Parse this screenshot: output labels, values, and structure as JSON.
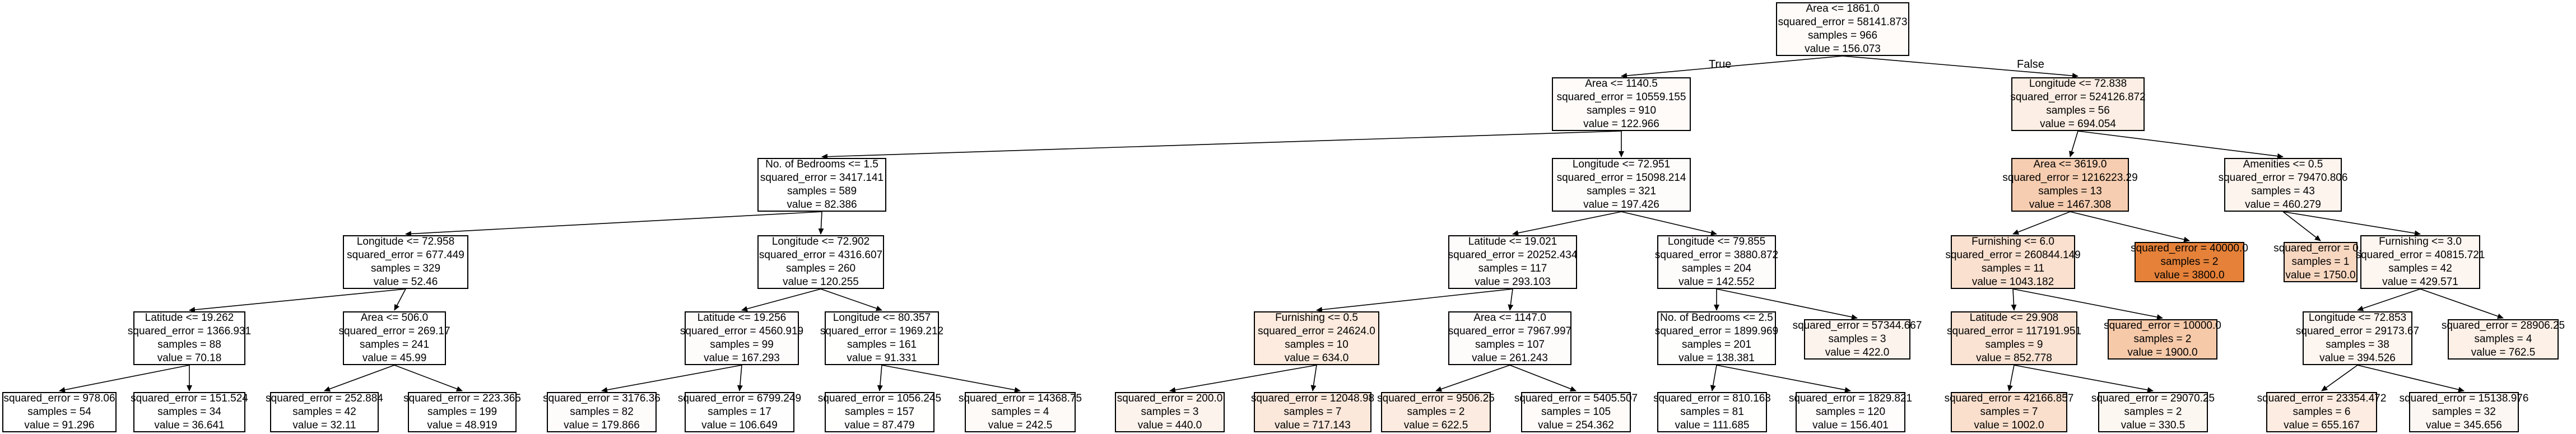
{
  "branch_labels": {
    "true": "True",
    "false": "False"
  },
  "nodes": [
    {
      "id": "n0",
      "fill": "#fefbf9",
      "lines": [
        "Area <= 1861.0",
        "squared_error = 58141.873",
        "samples = 966",
        "value = 156.073"
      ]
    },
    {
      "id": "n1",
      "fill": "#fefbf9",
      "lines": [
        "Area <= 1140.5",
        "squared_error = 10559.155",
        "samples = 910",
        "value = 122.966"
      ]
    },
    {
      "id": "n2",
      "fill": "#fceee4",
      "lines": [
        "Longitude <= 72.838",
        "squared_error = 524126.872",
        "samples = 56",
        "value = 694.054"
      ]
    },
    {
      "id": "n3",
      "fill": "#ffffff",
      "lines": [
        "No. of Bedrooms <= 1.5",
        "squared_error = 3417.141",
        "samples = 589",
        "value = 82.386"
      ]
    },
    {
      "id": "n4",
      "fill": "#fefcfa",
      "lines": [
        "Longitude <= 72.951",
        "squared_error = 15098.214",
        "samples = 321",
        "value = 197.426"
      ]
    },
    {
      "id": "n5",
      "fill": "#f6cdb0",
      "lines": [
        "Area <= 3619.0",
        "squared_error = 1216223.29",
        "samples = 13",
        "value = 1467.308"
      ]
    },
    {
      "id": "n6",
      "fill": "#fdf4ee",
      "lines": [
        "Amenities <= 0.5",
        "squared_error = 79470.806",
        "samples = 43",
        "value = 460.279"
      ]
    },
    {
      "id": "n7",
      "fill": "#ffffff",
      "lines": [
        "Longitude <= 72.958",
        "squared_error = 677.449",
        "samples = 329",
        "value = 52.46"
      ]
    },
    {
      "id": "n8",
      "fill": "#fffefe",
      "lines": [
        "Longitude <= 72.902",
        "squared_error = 4316.607",
        "samples = 260",
        "value = 120.255"
      ]
    },
    {
      "id": "n9",
      "fill": "#fefcfa",
      "lines": [
        "Latitude <= 19.021",
        "squared_error = 20252.434",
        "samples = 117",
        "value = 293.103"
      ]
    },
    {
      "id": "n10",
      "fill": "#fefcfb",
      "lines": [
        "Longitude <= 79.855",
        "squared_error = 3880.872",
        "samples = 204",
        "value = 142.552"
      ]
    },
    {
      "id": "n11",
      "fill": "#fae0cf",
      "lines": [
        "Furnishing <= 6.0",
        "squared_error = 260844.149",
        "samples = 11",
        "value = 1043.182"
      ]
    },
    {
      "id": "n12",
      "fill": "#e58139",
      "lines": [
        "squared_error = 40000.0",
        "samples = 2",
        "value = 3800.0"
      ]
    },
    {
      "id": "n13",
      "fill": "#f8d7c0",
      "lines": [
        "squared_error = 0.0",
        "samples = 1",
        "value = 1750.0"
      ]
    },
    {
      "id": "n14",
      "fill": "#fdf5f0",
      "lines": [
        "Furnishing <= 3.0",
        "squared_error = 40815.721",
        "samples = 42",
        "value = 429.571"
      ]
    },
    {
      "id": "n15",
      "fill": "#ffffff",
      "lines": [
        "Latitude <= 19.262",
        "squared_error = 1366.931",
        "samples = 88",
        "value = 70.18"
      ]
    },
    {
      "id": "n16",
      "fill": "#ffffff",
      "lines": [
        "Area <= 506.0",
        "squared_error = 269.17",
        "samples = 241",
        "value = 45.99"
      ]
    },
    {
      "id": "n17",
      "fill": "#fefcfb",
      "lines": [
        "Latitude <= 19.256",
        "squared_error = 4560.919",
        "samples = 99",
        "value = 167.293"
      ]
    },
    {
      "id": "n18",
      "fill": "#fffffe",
      "lines": [
        "Longitude <= 80.357",
        "squared_error = 1969.212",
        "samples = 161",
        "value = 91.331"
      ]
    },
    {
      "id": "n19",
      "fill": "#fcebde",
      "lines": [
        "Furnishing <= 0.5",
        "squared_error = 24624.0",
        "samples = 10",
        "value = 634.0"
      ]
    },
    {
      "id": "n20",
      "fill": "#fefcfb",
      "lines": [
        "Area <= 1147.0",
        "squared_error = 7967.997",
        "samples = 107",
        "value = 261.243"
      ]
    },
    {
      "id": "n21",
      "fill": "#fefefd",
      "lines": [
        "No. of Bedrooms <= 2.5",
        "squared_error = 1899.969",
        "samples = 201",
        "value = 138.381"
      ]
    },
    {
      "id": "n22",
      "fill": "#fdf3ed",
      "lines": [
        "squared_error = 57344.667",
        "samples = 3",
        "value = 422.0"
      ]
    },
    {
      "id": "n23",
      "fill": "#fae3d3",
      "lines": [
        "Latitude <= 29.908",
        "squared_error = 117191.951",
        "samples = 9",
        "value = 852.778"
      ]
    },
    {
      "id": "n24",
      "fill": "#f6c9a9",
      "lines": [
        "squared_error = 10000.0",
        "samples = 2",
        "value = 1900.0"
      ]
    },
    {
      "id": "n25",
      "fill": "#fdf5f0",
      "lines": [
        "Longitude <= 72.853",
        "squared_error = 29173.67",
        "samples = 38",
        "value = 394.526"
      ]
    },
    {
      "id": "n26",
      "fill": "#fdf0e7",
      "lines": [
        "squared_error = 28906.25",
        "samples = 4",
        "value = 762.5"
      ]
    },
    {
      "id": "n27",
      "fill": "#ffffff",
      "lines": [
        "squared_error = 978.06",
        "samples = 54",
        "value = 91.296"
      ]
    },
    {
      "id": "n28",
      "fill": "#ffffff",
      "lines": [
        "squared_error = 151.524",
        "samples = 34",
        "value = 36.641"
      ]
    },
    {
      "id": "n29",
      "fill": "#ffffff",
      "lines": [
        "squared_error = 252.884",
        "samples = 42",
        "value = 32.11"
      ]
    },
    {
      "id": "n30",
      "fill": "#ffffff",
      "lines": [
        "squared_error = 223.365",
        "samples = 199",
        "value = 48.919"
      ]
    },
    {
      "id": "n31",
      "fill": "#fefcfb",
      "lines": [
        "squared_error = 3176.36",
        "samples = 82",
        "value = 179.866"
      ]
    },
    {
      "id": "n32",
      "fill": "#fffefe",
      "lines": [
        "squared_error = 6799.249",
        "samples = 17",
        "value = 106.649"
      ]
    },
    {
      "id": "n33",
      "fill": "#fffffe",
      "lines": [
        "squared_error = 1056.245",
        "samples = 157",
        "value = 87.479"
      ]
    },
    {
      "id": "n34",
      "fill": "#fefaf8",
      "lines": [
        "squared_error = 14368.75",
        "samples = 4",
        "value = 242.5"
      ]
    },
    {
      "id": "n35",
      "fill": "#fdf3ed",
      "lines": [
        "squared_error = 200.0",
        "samples = 3",
        "value = 440.0"
      ]
    },
    {
      "id": "n36",
      "fill": "#fbe8db",
      "lines": [
        "squared_error = 12048.98",
        "samples = 7",
        "value = 717.143"
      ]
    },
    {
      "id": "n37",
      "fill": "#fcebe0",
      "lines": [
        "squared_error = 9506.25",
        "samples = 2",
        "value = 622.5"
      ]
    },
    {
      "id": "n38",
      "fill": "#fefbf9",
      "lines": [
        "squared_error = 5405.507",
        "samples = 105",
        "value = 254.362"
      ]
    },
    {
      "id": "n39",
      "fill": "#fffffe",
      "lines": [
        "squared_error = 810.163",
        "samples = 81",
        "value = 111.685"
      ]
    },
    {
      "id": "n40",
      "fill": "#fefdfc",
      "lines": [
        "squared_error = 1829.821",
        "samples = 120",
        "value = 156.401"
      ]
    },
    {
      "id": "n41",
      "fill": "#fadfcc",
      "lines": [
        "squared_error = 42166.857",
        "samples = 7",
        "value = 1002.0"
      ]
    },
    {
      "id": "n42",
      "fill": "#fdf7f2",
      "lines": [
        "squared_error = 29070.25",
        "samples = 2",
        "value = 330.5"
      ]
    },
    {
      "id": "n43",
      "fill": "#fcece1",
      "lines": [
        "squared_error = 23354.472",
        "samples = 6",
        "value = 655.167"
      ]
    },
    {
      "id": "n44",
      "fill": "#fdf7f3",
      "lines": [
        "squared_error = 15138.976",
        "samples = 32",
        "value = 345.656"
      ]
    }
  ]
}
